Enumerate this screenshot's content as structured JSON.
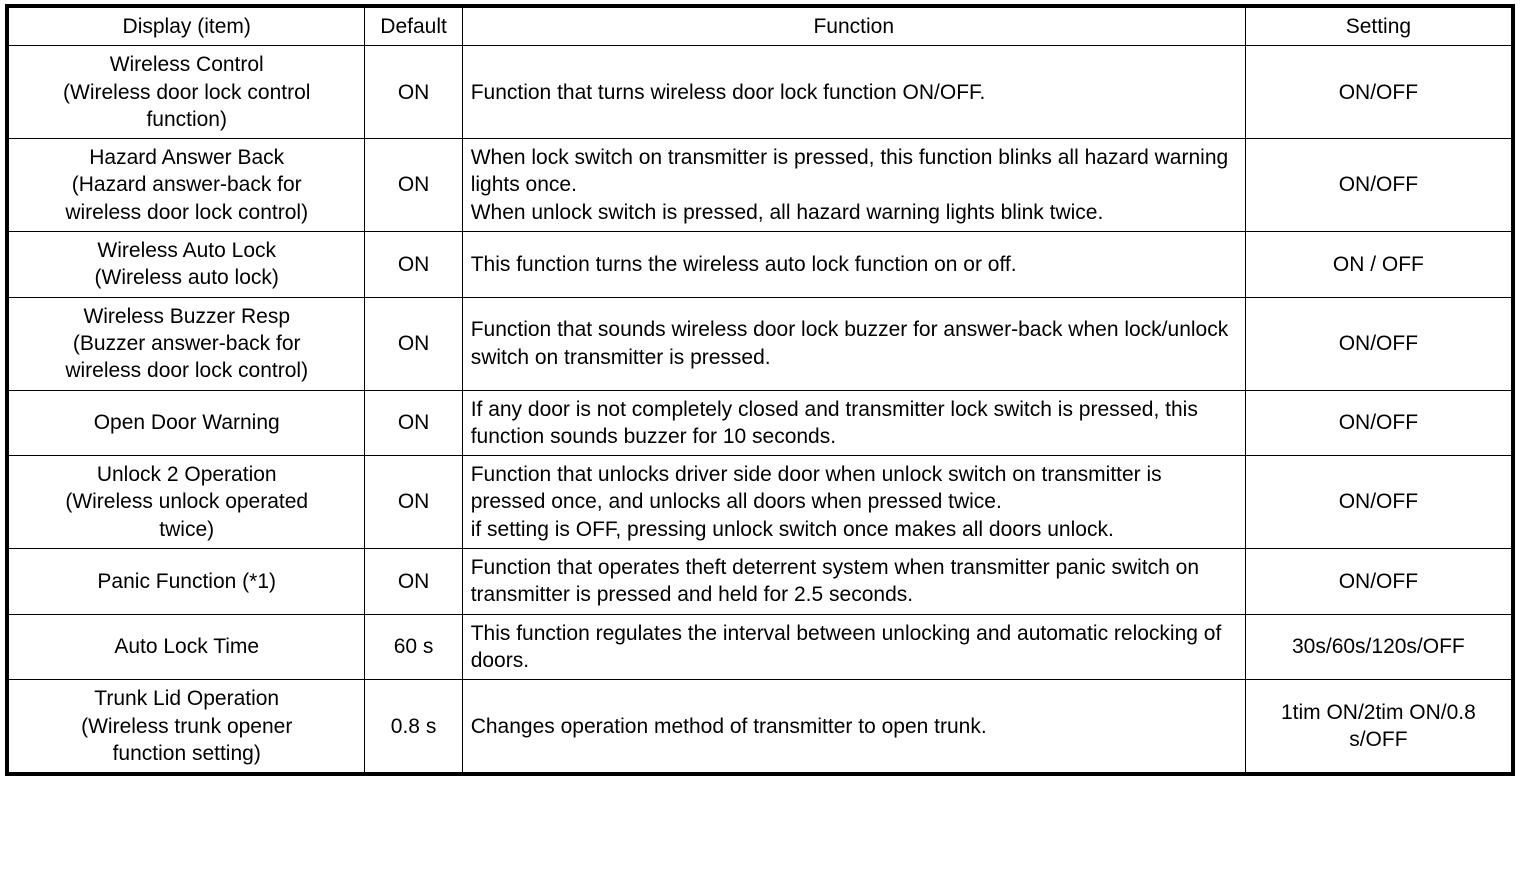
{
  "table": {
    "columns": [
      {
        "key": "display",
        "label": "Display (item)"
      },
      {
        "key": "default",
        "label": "Default"
      },
      {
        "key": "function",
        "label": "Function"
      },
      {
        "key": "setting",
        "label": "Setting"
      }
    ],
    "rows": [
      {
        "display_lines": [
          "Wireless Control",
          "(Wireless door lock control",
          "function)"
        ],
        "default": "ON",
        "function_lines": [
          "Function that turns wireless door lock function ON/OFF."
        ],
        "setting_lines": [
          "ON/OFF"
        ]
      },
      {
        "display_lines": [
          "Hazard Answer Back",
          "(Hazard answer-back for",
          "wireless door lock control)"
        ],
        "default": "ON",
        "function_lines": [
          "When lock switch on transmitter is pressed, this function blinks all hazard warning lights once.",
          "When unlock switch is pressed, all hazard warning lights blink twice."
        ],
        "setting_lines": [
          "ON/OFF"
        ]
      },
      {
        "display_lines": [
          "Wireless Auto Lock",
          "(Wireless auto lock)"
        ],
        "default": "ON",
        "function_lines": [
          "This function turns the wireless auto lock function on or off."
        ],
        "setting_lines": [
          "ON / OFF"
        ]
      },
      {
        "display_lines": [
          "Wireless Buzzer Resp",
          "(Buzzer answer-back for",
          "wireless door lock control)"
        ],
        "default": "ON",
        "function_lines": [
          "Function that sounds wireless door lock buzzer for answer-back when lock/unlock switch on transmitter is pressed."
        ],
        "setting_lines": [
          "ON/OFF"
        ]
      },
      {
        "display_lines": [
          "Open Door Warning"
        ],
        "default": "ON",
        "function_lines": [
          "If any door is not completely closed and transmitter lock switch is pressed, this function sounds buzzer for 10 seconds."
        ],
        "setting_lines": [
          "ON/OFF"
        ]
      },
      {
        "display_lines": [
          "Unlock 2 Operation",
          "(Wireless unlock operated",
          "twice)"
        ],
        "default": "ON",
        "function_lines": [
          "Function that unlocks driver side door when unlock switch on transmitter is pressed once, and unlocks all doors when pressed twice.",
          "if setting is OFF, pressing unlock switch once makes all doors unlock."
        ],
        "setting_lines": [
          "ON/OFF"
        ]
      },
      {
        "display_lines": [
          "Panic Function (*1)"
        ],
        "default": "ON",
        "function_lines": [
          "Function that operates theft deterrent system when transmitter panic switch on transmitter is pressed and held for 2.5 seconds."
        ],
        "setting_lines": [
          "ON/OFF"
        ]
      },
      {
        "display_lines": [
          "Auto Lock Time"
        ],
        "default": "60 s",
        "function_lines": [
          "This function regulates the interval between unlocking and automatic relocking of doors."
        ],
        "setting_lines": [
          "30s/60s/120s/OFF"
        ]
      },
      {
        "display_lines": [
          "Trunk Lid Operation",
          "(Wireless trunk opener",
          "function setting)"
        ],
        "default": "0.8 s",
        "function_lines": [
          "Changes operation method of transmitter to open trunk."
        ],
        "setting_lines": [
          "1tim ON/2tim ON/0.8 s/OFF"
        ]
      }
    ]
  }
}
